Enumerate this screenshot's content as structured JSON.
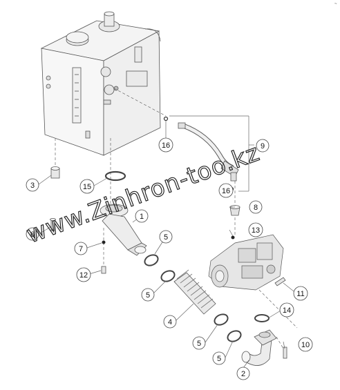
{
  "watermark": "www.Zinhron-too.kz",
  "corner_mark": "~",
  "callouts": [
    {
      "label": "2"
    },
    {
      "label": "3"
    },
    {
      "label": "4"
    },
    {
      "label": "5"
    },
    {
      "label": "5"
    },
    {
      "label": "5"
    },
    {
      "label": "5"
    },
    {
      "label": "6"
    },
    {
      "label": "7"
    },
    {
      "label": "8"
    },
    {
      "label": "9"
    },
    {
      "label": "10"
    },
    {
      "label": "11"
    },
    {
      "label": "12"
    },
    {
      "label": "13"
    },
    {
      "label": "14"
    },
    {
      "label": "15"
    },
    {
      "label": "16"
    },
    {
      "label": "16"
    },
    {
      "label": "1"
    }
  ],
  "colors": {
    "line": "#555555",
    "fill": "#f2f2f2",
    "shade": "#d8d8d8"
  }
}
